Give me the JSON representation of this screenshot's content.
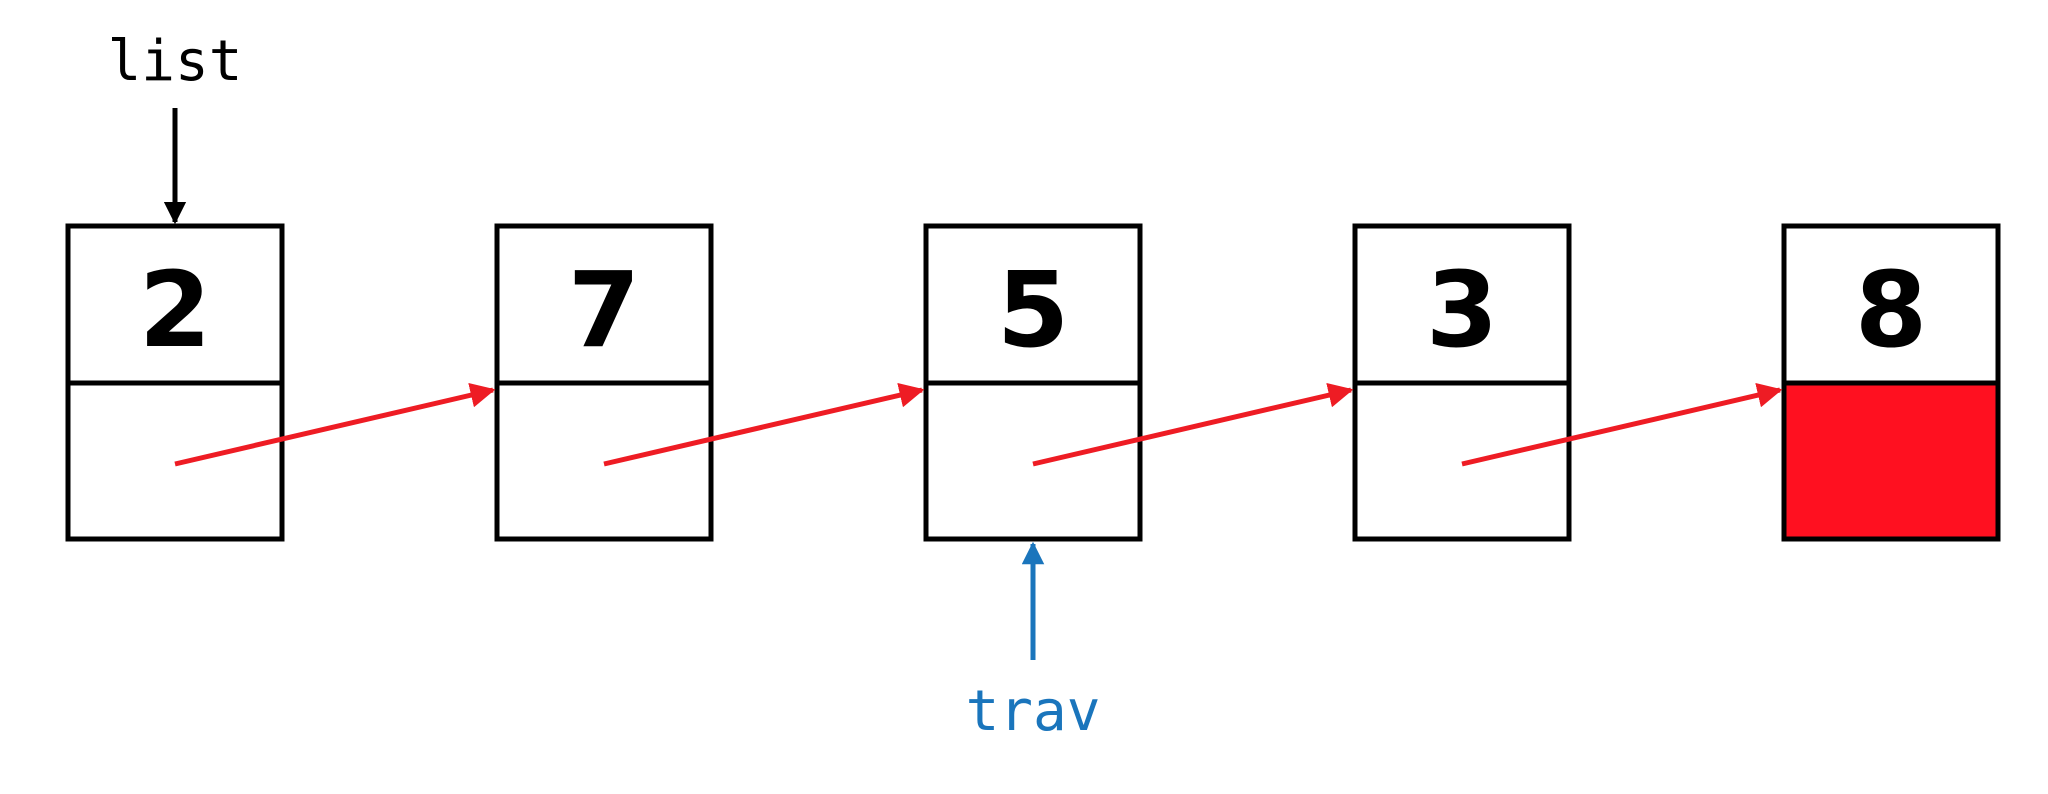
{
  "colors": {
    "outline": "#000000",
    "link_arrow": "#ee1c24",
    "null_fill": "#ff1020",
    "trav": "#1a75bc",
    "list_pointer": "#000000"
  },
  "nodes": [
    {
      "value": "2",
      "next_is_null": false
    },
    {
      "value": "7",
      "next_is_null": false
    },
    {
      "value": "5",
      "next_is_null": false
    },
    {
      "value": "3",
      "next_is_null": false
    },
    {
      "value": "8",
      "next_is_null": true
    }
  ],
  "pointers": {
    "list": {
      "label": "list",
      "target_index": 0
    },
    "trav": {
      "label": "trav",
      "target_index": 2
    }
  }
}
